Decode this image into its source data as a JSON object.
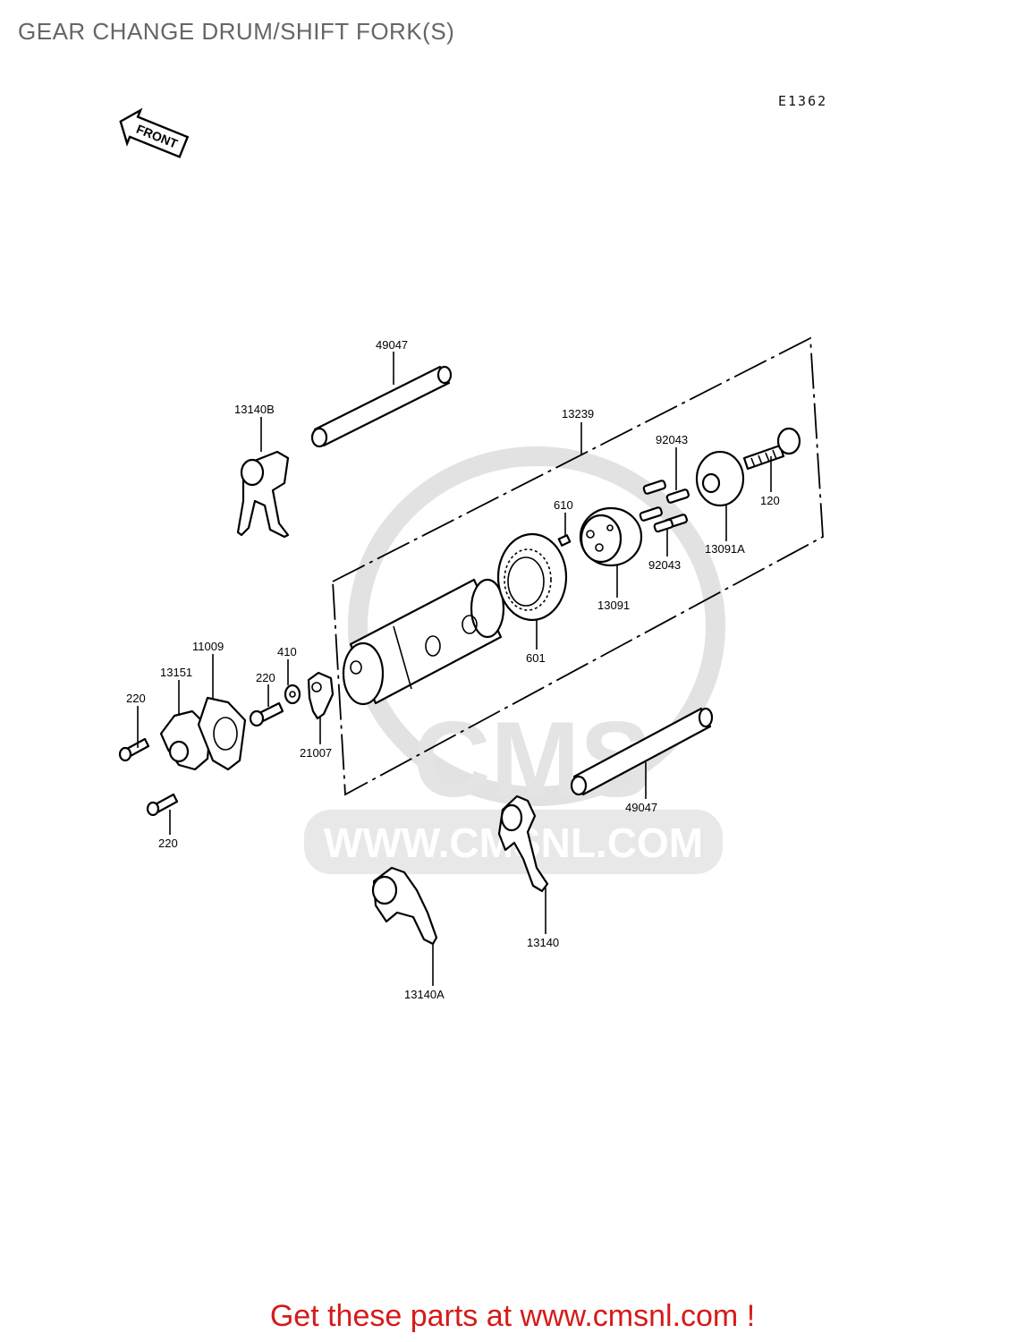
{
  "title": "GEAR CHANGE DRUM/SHIFT FORK(S)",
  "diagram_code": "E1362",
  "front_label": "FRONT",
  "watermark": "WWW.CMSNL.COM",
  "watermark_logo": "CMS",
  "parts": {
    "p49047_top": "49047",
    "p13140B": "13140B",
    "p13239": "13239",
    "p92043_top": "92043",
    "p610": "610",
    "p120": "120",
    "p92043_bottom": "92043",
    "p13091A": "13091A",
    "p13091": "13091",
    "p601": "601",
    "p11009": "11009",
    "p410": "410",
    "p13151": "13151",
    "p220_left": "220",
    "p220_mid": "220",
    "p21007": "21007",
    "p220_bottom": "220",
    "p49047_bottom": "49047",
    "p13140": "13140",
    "p13140A": "13140A"
  },
  "footer_cta": "Get these parts at www.cmsnl.com !",
  "colors": {
    "cta": "#d61a1a",
    "title": "#666666",
    "watermark": "#e2e2e2"
  }
}
